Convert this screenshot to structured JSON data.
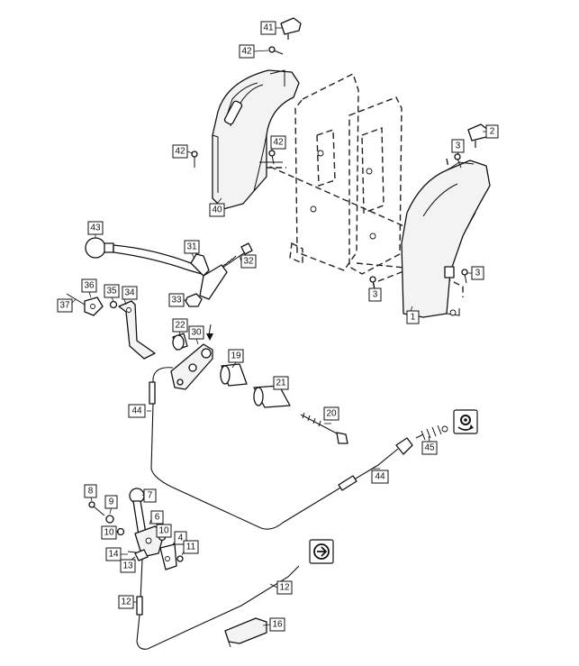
{
  "callouts": {
    "c1": "1",
    "c2": "2",
    "c3a": "3",
    "c3b": "3",
    "c3c": "3",
    "c4": "4",
    "c6": "6",
    "c7": "7",
    "c8": "8",
    "c9": "9",
    "c10a": "10",
    "c10b": "10",
    "c11": "11",
    "c12a": "12",
    "c12b": "12",
    "c13": "13",
    "c14": "14",
    "c16": "16",
    "c19": "19",
    "c20": "20",
    "c21": "21",
    "c22": "22",
    "c30": "30",
    "c31": "31",
    "c32": "32",
    "c33": "33",
    "c34": "34",
    "c35": "35",
    "c36": "36",
    "c37": "37",
    "c40": "40",
    "c41": "41",
    "c42a": "42",
    "c42b": "42",
    "c42c": "42",
    "c43": "43",
    "c44a": "44",
    "c44b": "44",
    "c45": "45"
  },
  "icons": {
    "service_symbol_1": "gear-rotate-icon",
    "service_symbol_2": "hand-rotate-icon"
  }
}
